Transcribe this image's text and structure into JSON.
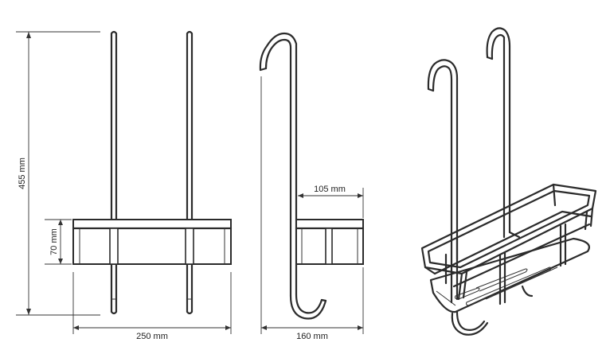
{
  "dimensions": {
    "height_total": "455 mm",
    "basket_height": "70 mm",
    "width": "250 mm",
    "depth": "160 mm",
    "basket_depth": "105 mm"
  }
}
